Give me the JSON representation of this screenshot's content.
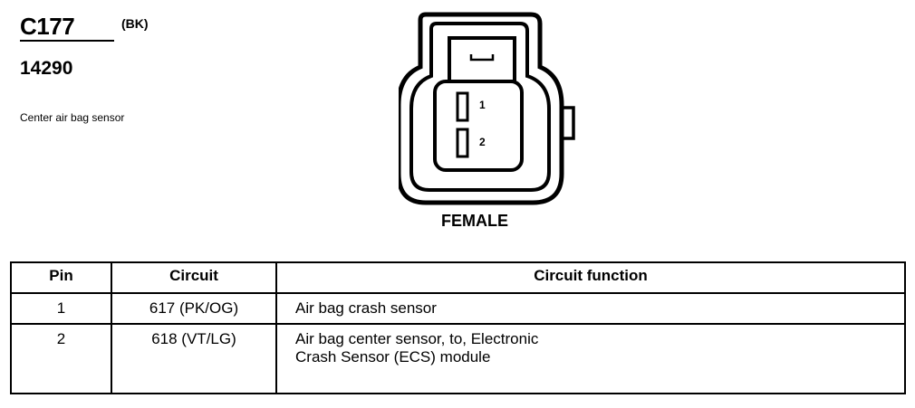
{
  "connector": {
    "id": "C177",
    "color": "(BK)",
    "part_number": "14290",
    "description": "Center air bag sensor",
    "gender": "FEMALE",
    "pin_labels": [
      "1",
      "2"
    ]
  },
  "table": {
    "headers": {
      "pin": "Pin",
      "circuit": "Circuit",
      "function": "Circuit function"
    },
    "rows": [
      {
        "pin": "1",
        "circuit": "617 (PK/OG)",
        "function_lines": [
          "Air bag crash sensor"
        ]
      },
      {
        "pin": "2",
        "circuit": "618 (VT/LG)",
        "function_lines": [
          "Air bag center sensor, to, Electronic",
          "Crash Sensor (ECS) module"
        ]
      }
    ]
  }
}
